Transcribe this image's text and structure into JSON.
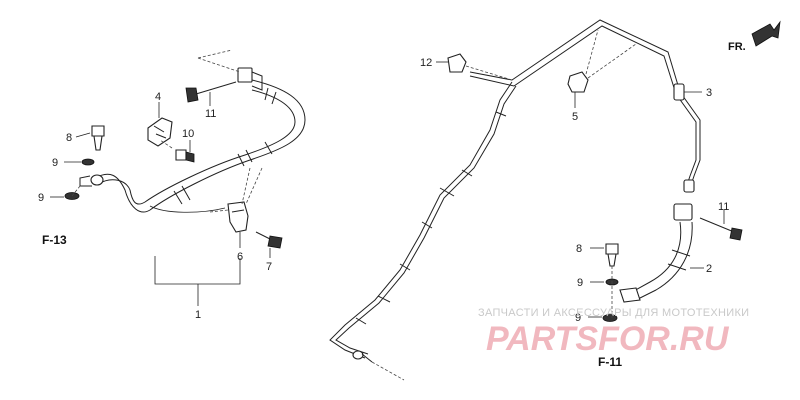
{
  "callouts": {
    "c1": "1",
    "c2": "2",
    "c3": "3",
    "c4": "4",
    "c5": "5",
    "c6": "6",
    "c7": "7",
    "c8a": "8",
    "c8b": "8",
    "c9a": "9",
    "c9b": "9",
    "c9c": "9",
    "c9d": "9",
    "c10": "10",
    "c11a": "11",
    "c11b": "11",
    "c12": "12"
  },
  "refs": {
    "f13": "F-13",
    "f11": "F-11"
  },
  "direction": {
    "label": "FR."
  },
  "watermark": {
    "tagline": "ЗАПЧАСТИ И АКСЕССУАРЫ ДЛЯ МОТОТЕХНИКИ",
    "logo": "PARTSFOR.RU"
  },
  "colors": {
    "line": "#222222",
    "watermark": "#f1b8bf",
    "background": "#ffffff"
  }
}
